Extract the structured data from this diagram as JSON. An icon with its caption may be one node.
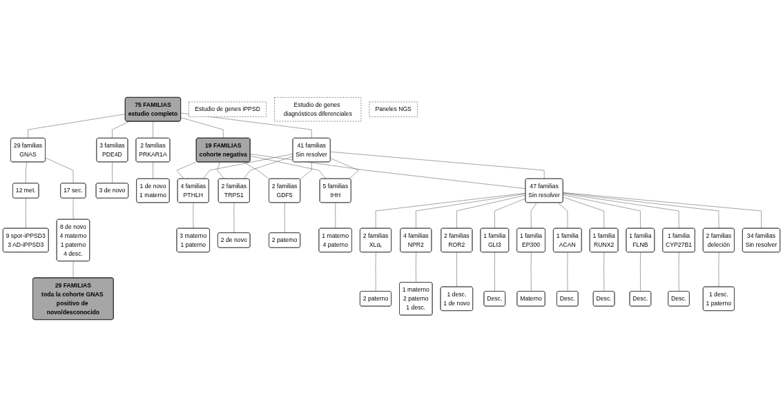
{
  "diagram": {
    "nodes": [
      {
        "text": [
          "75 FAMILIAS",
          "estudio completo"
        ]
      },
      {
        "text": [
          "Estudio de genes iPPSD"
        ]
      },
      {
        "text": [
          "29 familias",
          "GNAS"
        ]
      },
      {
        "text": [
          "3 familias",
          "PDE4D"
        ]
      },
      {
        "text": [
          "2 familias",
          "PRKAR1A"
        ]
      },
      {
        "text": [
          "19 FAMILIAS",
          "cohorte negativa"
        ]
      },
      {
        "text": [
          "41 familias",
          "Sin resolver"
        ]
      },
      {
        "text": [
          "12 met."
        ]
      },
      {
        "text": [
          "17 sec."
        ]
      },
      {
        "text": [
          "3 de novo"
        ]
      },
      {
        "text": [
          "1 de novo",
          "1 materno"
        ]
      },
      {
        "text": [
          "9 spor-iPPSD3",
          "3 AD-iPPSD3"
        ]
      },
      {
        "text": [
          "8 de novo",
          "4 materno",
          "1 paterno",
          "4 desc."
        ]
      },
      {
        "text": [
          "29 FAMILIAS",
          "toda la cohorte GNAS positivo de novo/desconocido"
        ]
      },
      {
        "text": [
          "Estudio de genes diagnósticos diferenciales"
        ]
      },
      {
        "text": [
          "4 familias",
          "PTHLH"
        ]
      },
      {
        "text": [
          "2 familias",
          "TRPS1"
        ]
      },
      {
        "text": [
          "2 familias",
          "GDF5"
        ]
      },
      {
        "text": [
          "5 familias",
          "IHH"
        ]
      },
      {
        "text": [
          "47 familias",
          "Sin resolver"
        ]
      },
      {
        "text": [
          "3 materno",
          "1 paterno"
        ]
      },
      {
        "text": [
          "2 de novo"
        ]
      },
      {
        "text": [
          "2 paterno"
        ]
      },
      {
        "text": [
          "1 materno",
          "4 paterno"
        ]
      },
      {
        "text": [
          "Paneles NGS"
        ]
      },
      {
        "text": [
          "2 familias",
          "XLαₛ"
        ]
      },
      {
        "text": [
          "4 familias",
          "NPR2"
        ]
      },
      {
        "text": [
          "2 familias",
          "ROR2"
        ]
      },
      {
        "text": [
          "1 familia",
          "GLI3"
        ]
      },
      {
        "text": [
          "1 familia",
          "EP300"
        ]
      },
      {
        "text": [
          "1 familia",
          "ACAN"
        ]
      },
      {
        "text": [
          "1 familia",
          "RUNX2"
        ]
      },
      {
        "text": [
          "1 familia",
          "FLNB"
        ]
      },
      {
        "text": [
          "1 familia",
          "CYP27B1"
        ]
      },
      {
        "text": [
          "2 familias",
          "deleción"
        ]
      },
      {
        "text": [
          "34 familias",
          "Sin resolver"
        ]
      },
      {
        "text": [
          "2 paterno"
        ]
      },
      {
        "text": [
          "1 materno",
          "2 paterno",
          "1 desc."
        ]
      },
      {
        "text": [
          "1 desc.",
          "1 de novo"
        ]
      },
      {
        "text": [
          "Desc."
        ]
      },
      {
        "text": [
          "Materno"
        ]
      },
      {
        "text": [
          "Desc."
        ]
      },
      {
        "text": [
          "Desc."
        ]
      },
      {
        "text": [
          "Desc."
        ]
      },
      {
        "text": [
          "Desc."
        ]
      },
      {
        "text": [
          "1 desc.",
          "1 paterno"
        ]
      }
    ],
    "edges": [
      {
        "from": 0,
        "to": 2,
        "arrow": "none"
      },
      {
        "from": 0,
        "to": 3,
        "arrow": "none"
      },
      {
        "from": 0,
        "to": 4,
        "arrow": "none"
      },
      {
        "from": 0,
        "to": 5,
        "arrow": "none"
      },
      {
        "from": 0,
        "to": 6,
        "arrow": "none"
      },
      {
        "from": 2,
        "to": 7,
        "arrow": "none"
      },
      {
        "from": 2,
        "to": 8,
        "arrow": "none"
      },
      {
        "from": 3,
        "to": 9,
        "arrow": "none"
      },
      {
        "from": 4,
        "to": 10,
        "arrow": "none"
      },
      {
        "from": 7,
        "to": 11,
        "arrow": "none"
      },
      {
        "from": 8,
        "to": 12,
        "arrow": "none"
      },
      {
        "from": 12,
        "to": 13,
        "arrow": "none"
      },
      {
        "from": 5,
        "to": 15,
        "arrow": "none"
      },
      {
        "from": 5,
        "to": 16,
        "arrow": "none"
      },
      {
        "from": 5,
        "to": 17,
        "arrow": "none"
      },
      {
        "from": 5,
        "to": 18,
        "arrow": "none"
      },
      {
        "from": 5,
        "to": 19,
        "arrow": "none"
      },
      {
        "from": 6,
        "to": 15,
        "arrow": "none"
      },
      {
        "from": 6,
        "to": 16,
        "arrow": "none"
      },
      {
        "from": 6,
        "to": 17,
        "arrow": "none"
      },
      {
        "from": 6,
        "to": 18,
        "arrow": "none"
      },
      {
        "from": 6,
        "to": 19,
        "arrow": "none"
      },
      {
        "from": 15,
        "to": 20,
        "arrow": "none"
      },
      {
        "from": 16,
        "to": 21,
        "arrow": "none"
      },
      {
        "from": 17,
        "to": 22,
        "arrow": "none"
      },
      {
        "from": 18,
        "to": 23,
        "arrow": "none"
      },
      {
        "from": 19,
        "to": 25,
        "arrow": "none"
      },
      {
        "from": 19,
        "to": 26,
        "arrow": "none"
      },
      {
        "from": 19,
        "to": 27,
        "arrow": "none"
      },
      {
        "from": 19,
        "to": 28,
        "arrow": "none"
      },
      {
        "from": 19,
        "to": 29,
        "arrow": "none"
      },
      {
        "from": 19,
        "to": 30,
        "arrow": "none"
      },
      {
        "from": 19,
        "to": 31,
        "arrow": "none"
      },
      {
        "from": 19,
        "to": 32,
        "arrow": "none"
      },
      {
        "from": 19,
        "to": 33,
        "arrow": "none"
      },
      {
        "from": 19,
        "to": 34,
        "arrow": "none"
      },
      {
        "from": 19,
        "to": 35,
        "arrow": "none"
      },
      {
        "from": 25,
        "to": 36,
        "arrow": "none"
      },
      {
        "from": 26,
        "to": 37,
        "arrow": "none"
      },
      {
        "from": 27,
        "to": 38,
        "arrow": "none"
      },
      {
        "from": 28,
        "to": 39,
        "arrow": "none"
      },
      {
        "from": 29,
        "to": 40,
        "arrow": "none"
      },
      {
        "from": 30,
        "to": 41,
        "arrow": "none"
      },
      {
        "from": 31,
        "to": 42,
        "arrow": "none"
      },
      {
        "from": 32,
        "to": 43,
        "arrow": "none"
      },
      {
        "from": 33,
        "to": 44,
        "arrow": "none"
      },
      {
        "from": 34,
        "to": 45,
        "arrow": "none"
      }
    ]
  }
}
